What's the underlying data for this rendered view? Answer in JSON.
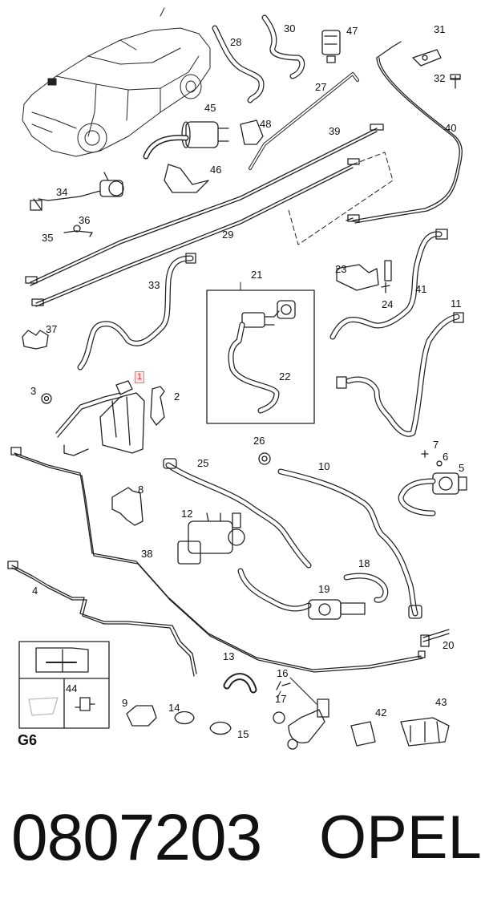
{
  "callouts": [
    {
      "id": "1",
      "label": "1",
      "highlight": true
    },
    {
      "id": "2",
      "label": "2"
    },
    {
      "id": "3",
      "label": "3"
    },
    {
      "id": "4",
      "label": "4"
    },
    {
      "id": "5",
      "label": "5"
    },
    {
      "id": "6",
      "label": "6"
    },
    {
      "id": "7",
      "label": "7"
    },
    {
      "id": "8",
      "label": "8"
    },
    {
      "id": "9",
      "label": "9"
    },
    {
      "id": "10",
      "label": "10"
    },
    {
      "id": "11",
      "label": "11"
    },
    {
      "id": "12",
      "label": "12"
    },
    {
      "id": "13",
      "label": "13"
    },
    {
      "id": "14",
      "label": "14"
    },
    {
      "id": "15",
      "label": "15"
    },
    {
      "id": "16",
      "label": "16"
    },
    {
      "id": "17",
      "label": "17"
    },
    {
      "id": "18",
      "label": "18"
    },
    {
      "id": "19",
      "label": "19"
    },
    {
      "id": "20",
      "label": "20"
    },
    {
      "id": "21",
      "label": "21"
    },
    {
      "id": "22",
      "label": "22"
    },
    {
      "id": "23",
      "label": "23"
    },
    {
      "id": "24",
      "label": "24"
    },
    {
      "id": "25",
      "label": "25"
    },
    {
      "id": "26",
      "label": "26"
    },
    {
      "id": "27",
      "label": "27"
    },
    {
      "id": "28",
      "label": "28"
    },
    {
      "id": "29",
      "label": "29"
    },
    {
      "id": "30",
      "label": "30"
    },
    {
      "id": "31",
      "label": "31"
    },
    {
      "id": "32",
      "label": "32"
    },
    {
      "id": "33",
      "label": "33"
    },
    {
      "id": "34",
      "label": "34"
    },
    {
      "id": "35",
      "label": "35"
    },
    {
      "id": "36",
      "label": "36"
    },
    {
      "id": "37",
      "label": "37"
    },
    {
      "id": "38",
      "label": "38"
    },
    {
      "id": "39",
      "label": "39"
    },
    {
      "id": "40",
      "label": "40"
    },
    {
      "id": "41",
      "label": "41"
    },
    {
      "id": "42",
      "label": "42"
    },
    {
      "id": "43",
      "label": "43"
    },
    {
      "id": "44",
      "label": "44"
    },
    {
      "id": "45",
      "label": "45"
    },
    {
      "id": "46",
      "label": "46"
    },
    {
      "id": "47",
      "label": "47"
    },
    {
      "id": "48",
      "label": "48"
    }
  ],
  "group_label": "G6",
  "footer": {
    "part_number": "0807203",
    "brand": "OPEL"
  },
  "colors": {
    "ink": "#222222",
    "highlight": "#e08080",
    "highlight_bg": "#fbe3e3"
  }
}
